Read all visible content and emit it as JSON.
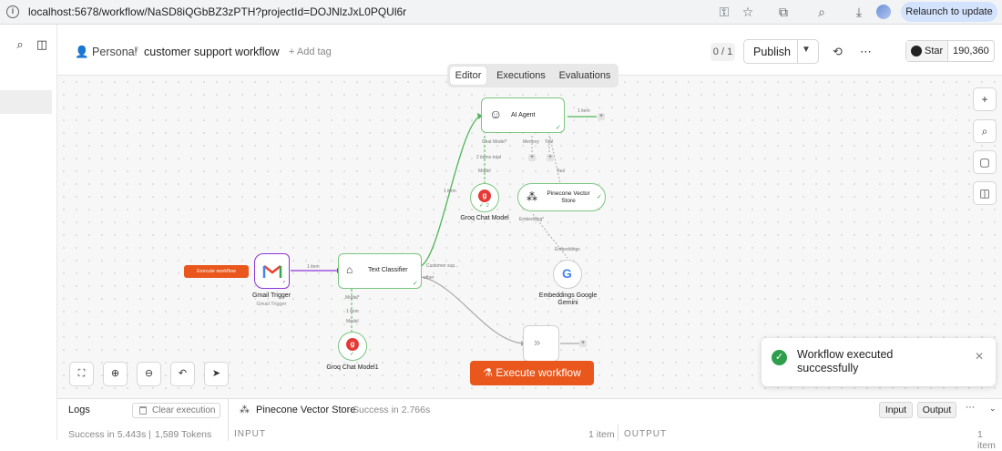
{
  "browser": {
    "url": "localhost:5678/workflow/NaSD8iQGbBZ3zPTH?projectId=DOJNlzJxL0PQUl6r",
    "relaunch_label": "Relaunch to update"
  },
  "header": {
    "project": "Personal",
    "title": "customer support workflow",
    "add_tag": "+ Add tag",
    "counter": "0 / 1",
    "publish": "Publish",
    "star_label": "Star",
    "star_count": "190,360"
  },
  "tabs": [
    "Editor",
    "Executions",
    "Evaluations"
  ],
  "nodes": {
    "gmail_trigger": {
      "label": "Gmail Trigger",
      "sub": "Gmail Trigger"
    },
    "text_classifier": {
      "label": "Text Classifier"
    },
    "ai_agent": {
      "label": "AI Agent"
    },
    "groq_chat": {
      "label": "Groq Chat Model",
      "count": "2"
    },
    "groq_chat1": {
      "label": "Groq Chat Model1"
    },
    "pinecone": {
      "label": "Pinecone Vector Store"
    },
    "embeddings": {
      "label": "Embeddings Google Gemini"
    }
  },
  "connection_labels": {
    "gmail_to_classifier": "1 item",
    "classifier_to_agent": "1 item",
    "agent_out": "1 item",
    "groq_total": "2 items total",
    "classifier_model": "1 item",
    "customer_support": "Customer sup...",
    "other": "other"
  },
  "ports": {
    "chat_model": "Chat Model*",
    "memory": "Memory",
    "tool": "Tool",
    "model": "Model",
    "model_req": "Model*",
    "tool_in": "Tool",
    "embedding": "Embedding*",
    "embeddings": "Embeddings"
  },
  "canvas": {
    "execute_pill": "Execute workflow",
    "execute_button": "Execute workflow"
  },
  "toast": {
    "message": "Workflow executed successfully"
  },
  "logs": {
    "title": "Logs",
    "clear": "Clear execution",
    "node": "Pinecone Vector Store",
    "node_status": "Success in 2.766s",
    "input_toggle": "Input",
    "output_toggle": "Output",
    "run_status": "Success in 5.443s",
    "tokens": "1,589 Tokens",
    "input_header": "INPUT",
    "input_items": "1 item",
    "output_header": "OUTPUT",
    "output_items": "1 item"
  },
  "colors": {
    "accent": "#e9571c",
    "node_success": "#7ac57f",
    "edge_main": "#4fb55a",
    "edge_trigger": "#8b34d9",
    "toast_success": "#2e9e4c"
  }
}
